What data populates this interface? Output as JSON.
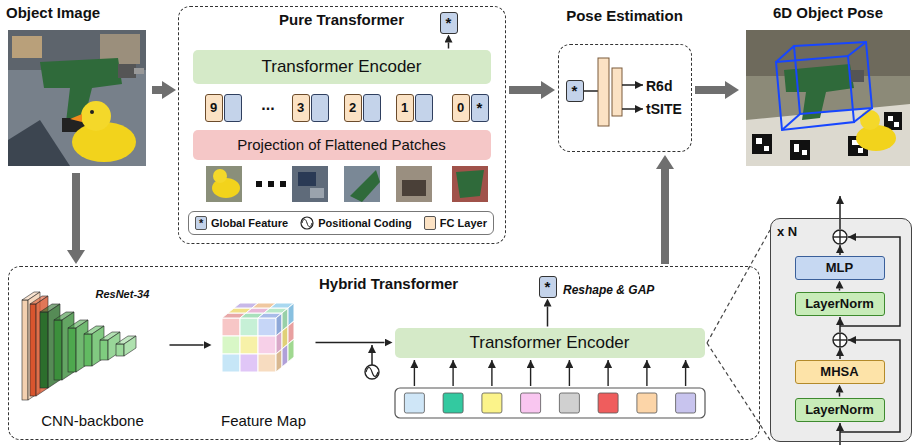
{
  "diagram": {
    "nodes": [
      {
        "text": [
          "Object Image"
        ]
      },
      {
        "text": [
          "Pure Transformer"
        ]
      },
      {
        "text": [
          "*"
        ],
        "in": 1
      },
      {
        "text": [
          "Transformer Encoder"
        ],
        "in": 1
      },
      {
        "text": [
          "9"
        ],
        "in": 1
      },
      {
        "text": [
          "3"
        ],
        "in": 1
      },
      {
        "text": [
          "2"
        ],
        "in": 1
      },
      {
        "text": [
          "1"
        ],
        "in": 1
      },
      {
        "text": [
          "0",
          "*"
        ],
        "in": 1
      },
      {
        "text": [
          "Projection of Flattened Patches"
        ],
        "in": 1
      },
      {
        "text": [
          "Pose Estimation"
        ]
      },
      {
        "text": [
          "*"
        ],
        "in": 10
      },
      {
        "text": [
          "6D Object Pose"
        ]
      },
      {
        "text": [
          "Hybrid Transformer"
        ]
      },
      {
        "text": [
          "*"
        ],
        "in": 13
      },
      {
        "text": [
          "ResNet-34",
          "CNN-backbone"
        ],
        "in": 13
      },
      {
        "text": [
          "Feature Map"
        ],
        "in": 13
      },
      {
        "text": [
          "Transformer Encoder"
        ],
        "in": 13
      },
      {
        "text": [
          "x N"
        ]
      },
      {
        "text": [
          "MLP"
        ],
        "in": 18
      },
      {
        "text": [
          "LayerNorm"
        ],
        "in": 18
      },
      {
        "text": [
          "MHSA"
        ],
        "in": 18
      },
      {
        "text": [
          "LayerNorm"
        ],
        "in": 18
      }
    ],
    "edges": [
      {
        "from": 0,
        "to": 1,
        "arrow": "to"
      },
      {
        "from": 0,
        "to": 13,
        "arrow": "to"
      },
      {
        "from": 3,
        "to": 2,
        "arrow": "to"
      },
      {
        "from": 1,
        "to": 10,
        "arrow": "to"
      },
      {
        "from": 10,
        "to": 12,
        "arrow": "to"
      },
      {
        "from": 13,
        "to": 10,
        "arrow": "to"
      },
      {
        "from": 15,
        "to": 16,
        "arrow": "to"
      },
      {
        "from": 16,
        "to": 17,
        "arrow": "to"
      },
      {
        "from": 17,
        "to": 14,
        "arrow": "to"
      },
      {
        "from": 20,
        "to": 19,
        "arrow": "to"
      },
      {
        "from": 22,
        "to": 21,
        "arrow": "to"
      }
    ],
    "labels": [
      "...",
      "R6d",
      "tSITE",
      "Reshape & GAP",
      "*"
    ],
    "legend": [
      {
        "text": "Global Feature"
      },
      {
        "text": "Positional Coding"
      },
      {
        "text": "FC Layer",
        "color": "#fbe2c4"
      }
    ]
  }
}
